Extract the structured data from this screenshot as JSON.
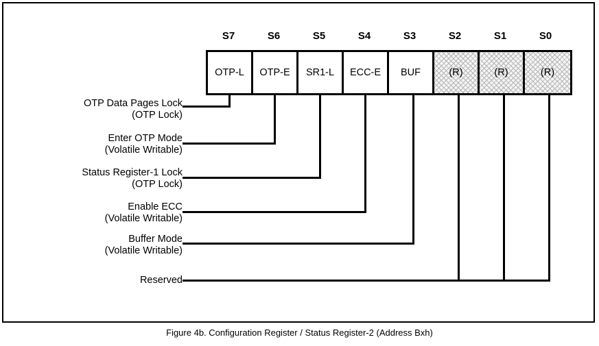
{
  "figure": {
    "caption": "Figure 4b. Configuration Register / Status Register-2 (Address Bxh)"
  },
  "register": {
    "bit_labels": [
      "S7",
      "S6",
      "S5",
      "S4",
      "S3",
      "S2",
      "S1",
      "S0"
    ],
    "cells": [
      {
        "name": "OTP-L",
        "reserved": false
      },
      {
        "name": "OTP-E",
        "reserved": false
      },
      {
        "name": "SR1-L",
        "reserved": false
      },
      {
        "name": "ECC-E",
        "reserved": false
      },
      {
        "name": "BUF",
        "reserved": false
      },
      {
        "name": "(R)",
        "reserved": true
      },
      {
        "name": "(R)",
        "reserved": true
      },
      {
        "name": "(R)",
        "reserved": true
      }
    ]
  },
  "descriptions": [
    {
      "title": "OTP Data Pages Lock",
      "sub": "(OTP Lock)"
    },
    {
      "title": "Enter OTP Mode",
      "sub": "(Volatile Writable)"
    },
    {
      "title": "Status Register-1 Lock",
      "sub": "(OTP Lock)"
    },
    {
      "title": "Enable ECC",
      "sub": "(Volatile Writable)"
    },
    {
      "title": "Buffer Mode",
      "sub": "(Volatile Writable)"
    },
    {
      "title": "Reserved",
      "sub": ""
    }
  ]
}
